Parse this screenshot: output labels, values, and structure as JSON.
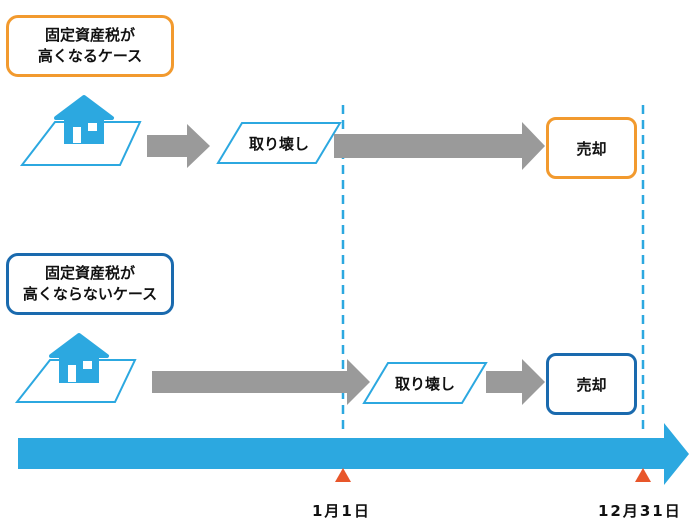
{
  "case_high": {
    "label_line1": "固定資産税が",
    "label_line2": "高くなるケース",
    "demolition_label": "取り壊し",
    "sale_label": "売却"
  },
  "case_low": {
    "label_line1": "固定資産税が",
    "label_line2": "高くならないケース",
    "demolition_label": "取り壊し",
    "sale_label": "売却"
  },
  "timeline": {
    "date_jan1": "1月1日",
    "date_dec31": "12月31日"
  },
  "icons": [
    "house-icon",
    "triangle-marker-icon"
  ],
  "colors": {
    "orange": "#f29a2e",
    "dark_blue": "#1a6aae",
    "light_blue": "#2ca8e0",
    "gray_arrow": "#9a9a9a",
    "marker": "#e8562a"
  }
}
